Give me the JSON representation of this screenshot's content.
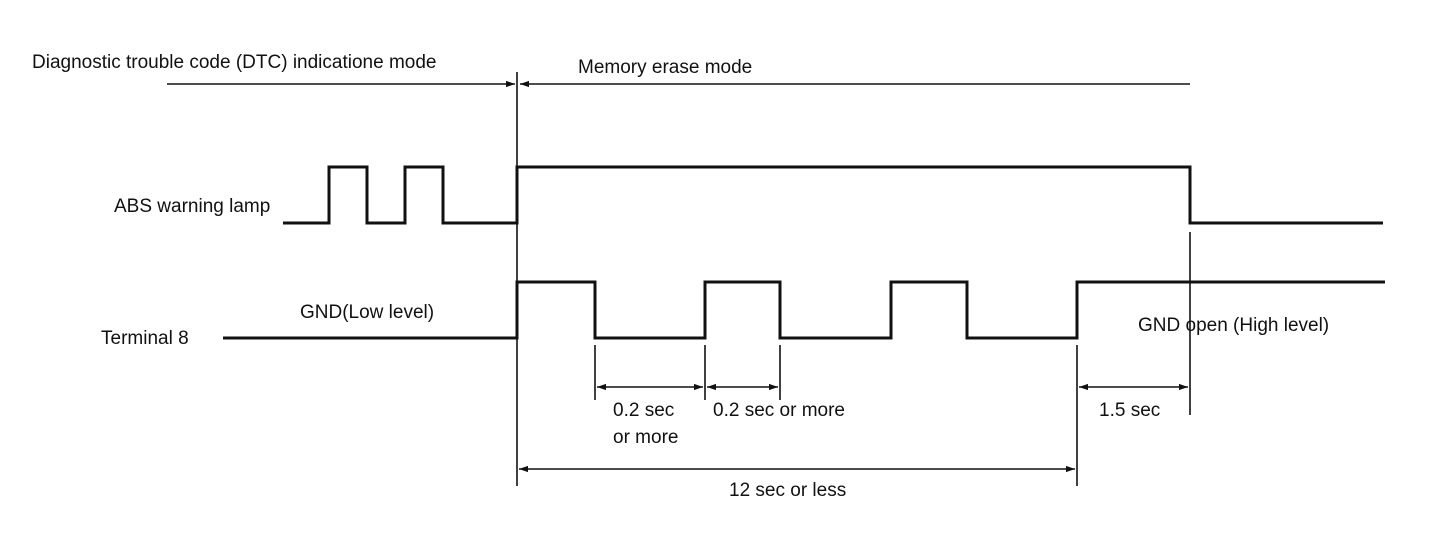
{
  "modes": {
    "dtc_mode": "Diagnostic trouble code (DTC) indicatione mode",
    "erase_mode": "Memory erase mode"
  },
  "signals": {
    "abs_lamp": "ABS warning lamp",
    "terminal": "Terminal 8",
    "gnd_low": "GND(Low level)",
    "gnd_open": "GND open (High level)"
  },
  "timings": {
    "t1_line1": "0.2 sec",
    "t1_line2": "or more",
    "t2": "0.2 sec or more",
    "t3": "1.5 sec",
    "total": "12 sec or less"
  },
  "colors": {
    "ink": "#111111",
    "background": "#ffffff"
  }
}
